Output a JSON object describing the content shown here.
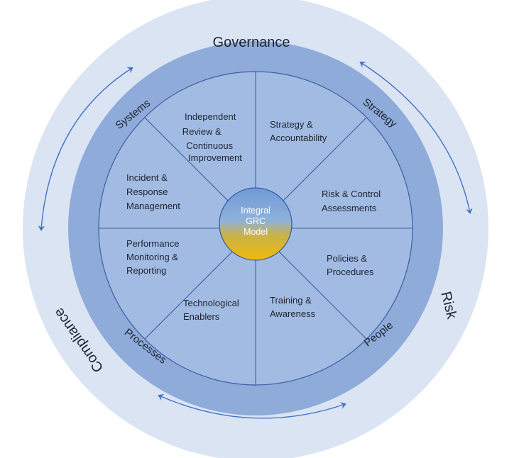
{
  "outer_ring": {
    "governance": "Governance",
    "risk": "Risk",
    "compliance": "Compliance"
  },
  "middle_ring": {
    "systems": "Systems",
    "strategy": "Strategy",
    "people": "People",
    "processes": "Processes"
  },
  "segments": {
    "independent_review": [
      "Independent",
      "Review &",
      "Continuous",
      "Improvement"
    ],
    "strategy_accountability": [
      "Strategy &",
      "Accountability"
    ],
    "risk_control": [
      "Risk & Control",
      "Assessments"
    ],
    "policies": [
      "Policies &",
      "Procedures"
    ],
    "training": [
      "Training &",
      "Awareness"
    ],
    "technological": [
      "Technological",
      "Enablers"
    ],
    "performance": [
      "Performance",
      "Monitoring &",
      "Reporting"
    ],
    "incident": [
      "Incident &",
      "Response",
      "Management"
    ]
  },
  "center": {
    "line1": "Integral",
    "line2": "GRC",
    "line3": "Model"
  },
  "colors": {
    "outer": "#dbe4f3",
    "middle": "#8eabd9",
    "inner": "#a1bbe3",
    "lines": "#3d5ea7",
    "arrows": "#4472c4"
  }
}
